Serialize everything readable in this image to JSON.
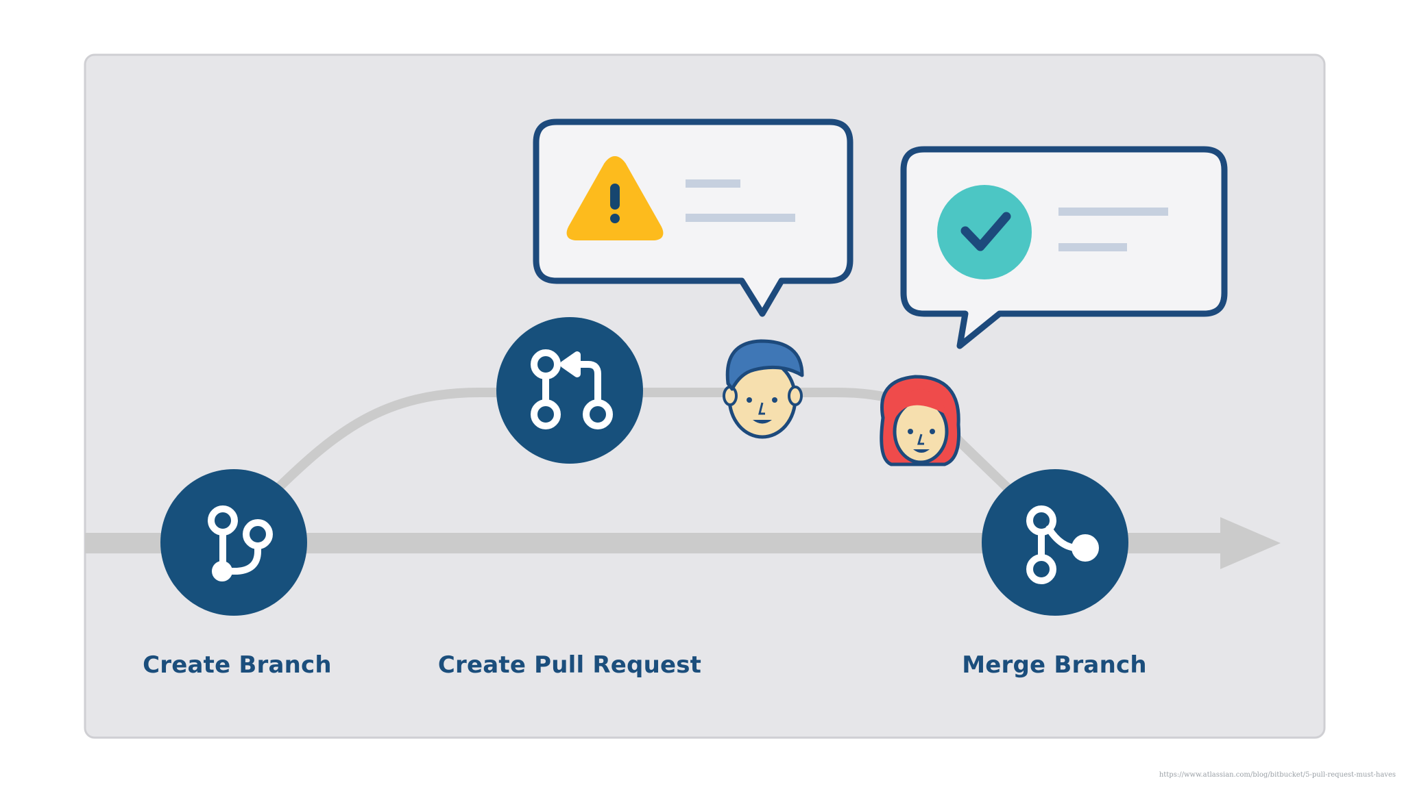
{
  "colors": {
    "panel": "#e6e6e9",
    "panel_border": "#cfcfd3",
    "track": "#cbcbcb",
    "node": "#17507c",
    "node_icon": "#ffffff",
    "bubble_fill": "#f4f4f6",
    "bubble_border": "#1d4a7c",
    "bubble_lines": "#c6d0df",
    "warning": "#fdbb1d",
    "warning_mark": "#16466f",
    "check_circle": "#4cc6c4",
    "check_mark": "#1d4a7c",
    "label_text": "#1b4e7c",
    "reviewer_male_hair": "#3f77b6",
    "reviewer_female_hair": "#ef4b4b",
    "skin": "#f6dfae",
    "url_text": "#9aa0a6"
  },
  "stages": [
    {
      "id": "create-branch",
      "label": "Create Branch",
      "icon": "branch-icon"
    },
    {
      "id": "create-pull-request",
      "label": "Create Pull Request",
      "icon": "pull-request-icon"
    },
    {
      "id": "merge-branch",
      "label": "Merge Branch",
      "icon": "merge-icon"
    }
  ],
  "feedback": [
    {
      "id": "warning",
      "icon": "warning-icon",
      "reviewer": "male-reviewer-avatar"
    },
    {
      "id": "approval",
      "icon": "check-circle-icon",
      "reviewer": "female-reviewer-avatar"
    }
  ],
  "source_url": "https://www.atlassian.com/blog/bitbucket/5-pull-request-must-haves"
}
